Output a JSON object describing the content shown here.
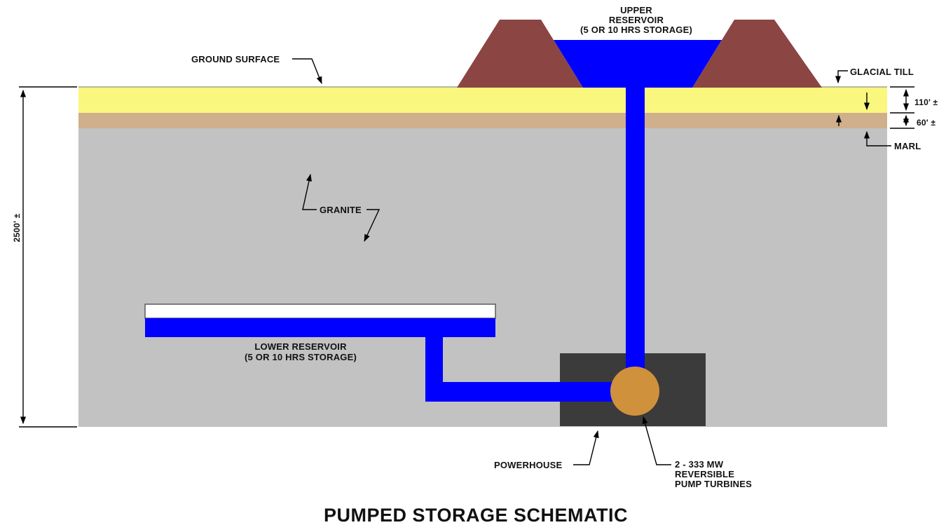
{
  "diagram": {
    "title": "PUMPED STORAGE SCHEMATIC",
    "upper_reservoir": {
      "line1": "UPPER",
      "line2": "RESERVOIR",
      "line3": "(5 OR 10 HRS STORAGE)"
    },
    "lower_reservoir": {
      "line1": "LOWER RESERVOIR",
      "line2": "(5 OR 10 HRS STORAGE)"
    },
    "ground_surface": "GROUND SURFACE",
    "glacial_till": "GLACIAL TILL",
    "marl": "MARL",
    "granite": "GRANITE",
    "powerhouse": "POWERHOUSE",
    "pump_turbines": {
      "line1": "2 - 333 MW",
      "line2": "REVERSIBLE",
      "line3": "PUMP TURBINES"
    },
    "dimensions": {
      "depth": "2500' ±",
      "till_thickness": "110' ±",
      "marl_thickness": "60' ±"
    }
  },
  "colors": {
    "water": "#0000FF",
    "dam": "#8B4543",
    "glacial_till": "#F9F77E",
    "marl": "#CFAF8C",
    "granite": "#C2C2C2",
    "powerhouse": "#3B3B3B",
    "turbine": "#D0913D",
    "cavern_fill": "#FFFFFF",
    "line": "#000000"
  }
}
